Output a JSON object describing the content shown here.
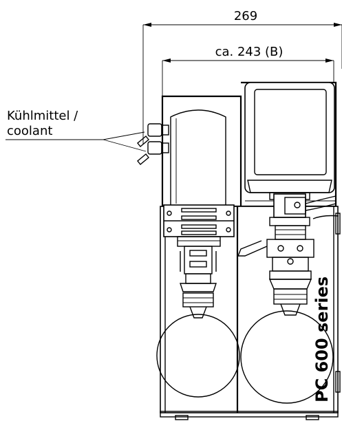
{
  "dimensions": {
    "overall_width": "269",
    "body_width": "ca. 243 (B)"
  },
  "labels": {
    "coolant_line1": "Kühlmittel /",
    "coolant_line2": "coolant",
    "series_text": "PC 600 series"
  }
}
